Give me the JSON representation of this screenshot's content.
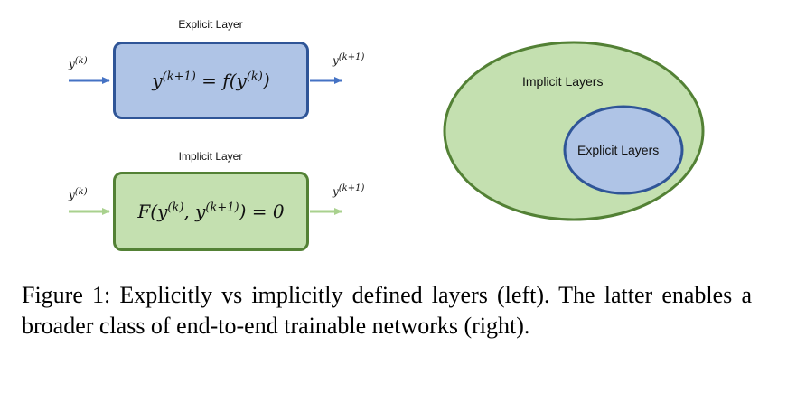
{
  "explicit": {
    "title": "Explicit Layer",
    "input_label": "y(k)",
    "output_label": "y(k+1)",
    "equation": "y(k+1) = f(y(k))",
    "fill": "#afc4e6",
    "stroke": "#2f5597",
    "arrow_color": "#4472c4"
  },
  "implicit": {
    "title": "Implicit Layer",
    "input_label": "y(k)",
    "output_label": "y(k+1)",
    "equation": "F(y(k), y(k+1)) = 0",
    "fill": "#c4e0b0",
    "stroke": "#538135",
    "arrow_color": "#a9d18e"
  },
  "venn": {
    "outer_label": "Implicit Layers",
    "inner_label": "Explicit Layers",
    "outer_fill": "#c4e0b0",
    "outer_stroke": "#538135",
    "inner_fill": "#afc4e6",
    "inner_stroke": "#2f5597"
  },
  "caption": "Figure 1: Explicitly vs implicitly defined layers (left). The latter enables a broader class of end-to-end trainable networks (right)."
}
